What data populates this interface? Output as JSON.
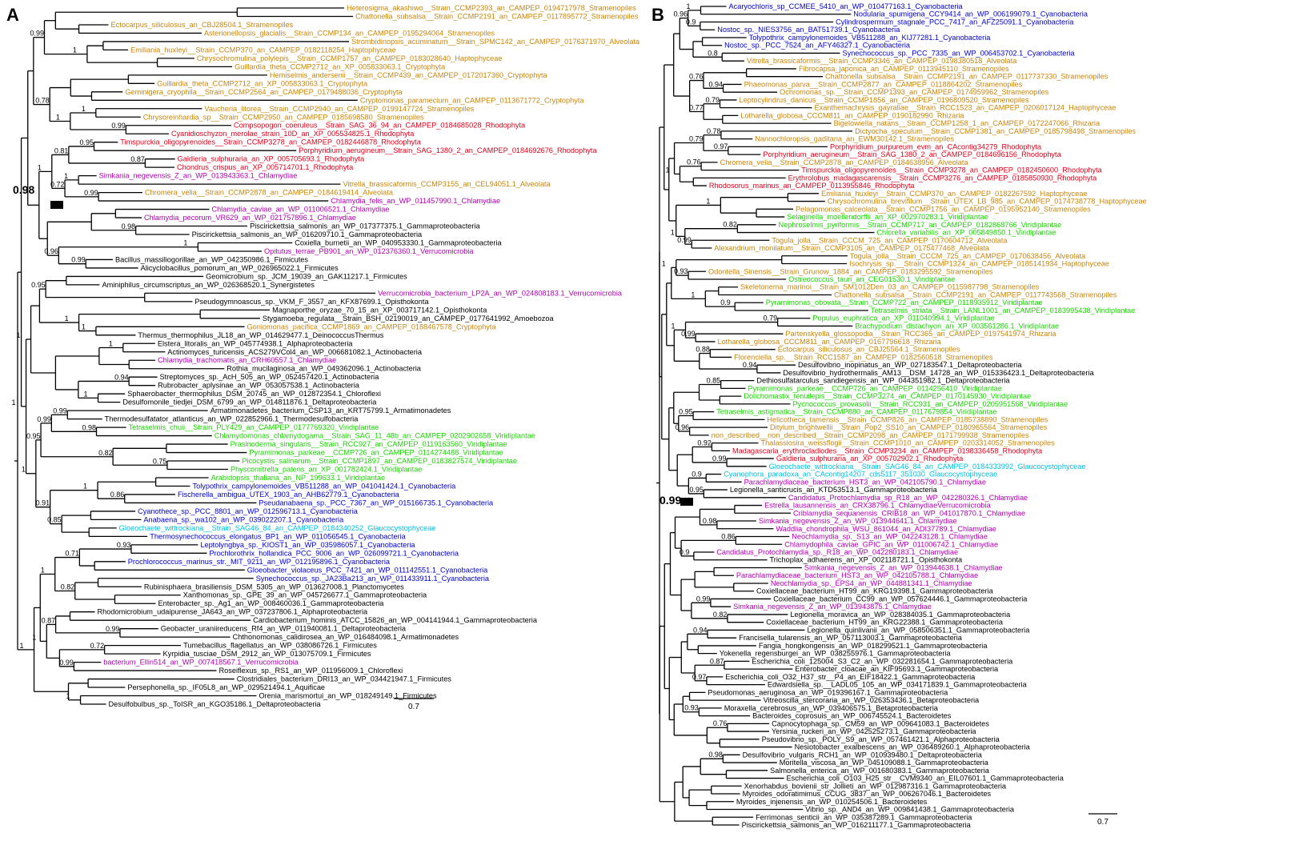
{
  "figure": {
    "colors": {
      "Stramenopiles": "#c8860a",
      "Haptophyceae": "#c8860a",
      "Alveolata": "#c8860a",
      "Cryptophyta": "#c8860a",
      "Rhizaria": "#c8860a",
      "Rhodophyta": "#e0001a",
      "Chlamydiae": "#b000b0",
      "Verrucomicrobia": "#b000b0",
      "Viridiplantae": "#19d400",
      "Cyanobacteria": "#0000c8",
      "Glaucocystophyceae": "#00c0e0",
      "other": "#000000"
    },
    "panels": [
      {
        "letter": "A",
        "scale_bar": "0.7",
        "highlight_support": "0.98",
        "taxa": [
          "Heterosigma_akashiwo__Strain_CCMP2393_an_CAMPEP_0194717978_Stramenopiles",
          "Chattonella_subsalsa__Strain_CCMP2191_an_CAMPEP_0117895772_Stramenopiles",
          "Ectocarpus_siliculosus_an_CBJ28504.1_Stramenopiles",
          "Asterionellopsis_glacialis__Strain_CCMP134_an_CAMPEP_0195294064_Stramenopiles",
          "Strombidinopsis_acuminatum__Strain_SPMC142_an_CAMPEP_0176371970_Alveolata",
          "Emiliania_huxleyi__Strain_CCMP370_an_CAMPEP_0182118254_Haptophyceae",
          "Chrysochromulina_polylepis__Strain_CCMP1757_an_CAMPEP_0183028640_Haptophyceae",
          "Guillardia_theta_CCMP2712_an_XP_005833063.1_Cryptophyta",
          "Hemiselmis_andersenii__Strain_CCMP439_an_CAMPEP_0172017360_Cryptophyta",
          "Guillardia_theta_CCMP2712_an_XP_005833063.1_Cryptophyta",
          "Geminigera_cryophila__Strain_CCMP2564_an_CAMPEP_0179488036_Cryptophyta",
          "Cryptomonas_paramecium_an_CAMPEP_0113671772_Cryptophyta",
          "Vaucheria_litorea__Strain_CCMP2940_an_CAMPEP_0199147724_Stramenopiles",
          "Chrysoreinhardia_sp__Strain_CCMP2950_an_CAMPEP_0185698580_Stramenopiles",
          "Compsopogon_coeruleus__Strain_SAG_36_94_an_CAMPEP_0184685028_Rhodophyta",
          "Cyanidioschyzon_merolae_strain_10D_an_XP_005534825.1_Rhodophyta",
          "Timspurckia_oligopyrenoides__Strain_CCMP3278_an_CAMPEP_0182446878_Rhodophyta",
          "Porphyridium_aerugineum__Strain_SAG_1380_2_an_CAMPEP_0184692676_Rhodophyta",
          "Galdieria_sulphuraria_an_XP_005705693.1_Rhodophyta",
          "Chondrus_crispus_an_XP_005714701.1_Rhodophyta",
          "Simkania_negevensis_Z_an_WP_013943363.1_Chlamydiae",
          "Vitrella_brassicaformis_CCMP3155_an_CEL94051.1_Alveolata",
          "Chromera_velia__Strain_CCMP2878_an_CAMPEP_0184619414_Alveolata",
          "Chlamydia_felis_an_WP_011457990.1_Chlamydiae",
          "Chlamydia_caviae_an_WP_011006521.1_Chlamydiae",
          "Chlamydia_pecorum_VR629_an_WP_021757896.1_Chlamydiae",
          "Piscirickettsia_salmonis_an_WP_017377375.1_Gammaproteobacteria",
          "Piscirickettsia_salmonis_an_WP_016209710.1_Gammaproteobacteria",
          "Coxiella_burnetii_an_WP_040953330.1_Gammaproteobacteria",
          "Opitutus_terrae_PB901_an_WP_012376360.1_Verrucomicrobia",
          "Bacillus_massiliogorillae_an_WP_042350986.1_Firmicutes",
          "Alicyclobacillus_pomorum_an_WP_026965022.1_Firmicutes",
          "Geomicrobium_sp._JCM_19039_an_GAK11217.1_Firmicutes",
          "Aminiphilus_circumscriptus_an_WP_026368520.1_Synergistetes",
          "Verrucomicrobia_bacterium_LP2A_an_WP_024808183.1_Verrucomicrobia",
          "Pseudogymnoascus_sp._VKM_F_3557_an_KFX87699.1_Opisthokonta",
          "Magnaporthe_oryzae_70_15_an_XP_003717142.1_Opisthokonta",
          "Stygamoeba_regulata__Strain_BSH_02190019_an_CAMPEP_0177641992_Amoebozoa",
          "Goniomonas_pacifica_CCMP1869_an_CAMPEP_0188467578_Cryptophyta",
          "Thermus_thermophilus_JL18_an_WP_014629477.1_DeinococcusThermus",
          "Elstera_litoralis_an_WP_045774938.1_Alphaproteobacteria",
          "Actinomyces_turicensis_ACS279VCol4_an_WP_006681082.1_Actinobacteria",
          "Chlamydia_trachomatis_an_CRH60557.1_Chlamydiae",
          "Rothia_mucilaginosa_an_WP_049362096.1_Actinobacteria",
          "Streptomyces_sp._AcH_505_an_WP_052457420.1_Actinobacteria",
          "Rubrobacter_aplysinae_an_WP_053057538.1_Actinobacteria",
          "Sphaerobacter_thermophilus_DSM_20745_an_WP_012872354.1_Chloroflexi",
          "Desulfomonile_tiedjei_DSM_6799_an_WP_014811876.1_Deltaproteobacteria",
          "Armatimonadetes_bacterium_CSP13_an_KRT75799.1_Armatimonadetes",
          "Thermodesulfatator_atlanticus_an_WP_022852966.1_Thermodesulfobacteria",
          "Tetraselmis_chuii__Strain_PLY429_an_CAMPEP_0177769320_Viridiplantae",
          "Chlamydomonas_chlamydogama__Strain_SAG_11_48b_an_CAMPEP_0202902658_Viridiplantae",
          "Prasinoderma_singularis__Strain_RCC927_an_CAMPEP_0119163560_Viridiplantae",
          "Pyramimonas_parkeae__CCMP726_an_CAMPEP_0114274488_Viridiplantae",
          "Picocystis_salinarum__Strain_CCMP1897_an_CAMPEP_0183827574_Viridiplantae",
          "Physcomitrella_patens_an_XP_001782424.1_Viridiplantae",
          "Arabidopsis_thaliana_an_NP_199633.1_Viridiplantae",
          "Tolypothrix_campylonemoides_VB511288_an_WP_041041424.1_Cyanobacteria",
          "Fischerella_ambigua_UTEX_1903_an_AHB62779.1_Cyanobacteria",
          "Pseudanabaena_sp._PCC_7367_an_WP_015166735.1_Cyanobacteria",
          "Cyanothece_sp._PCC_8801_an_WP_012596713.1_Cyanobacteria",
          "Anabaena_sp._wa102_an_WP_039022207.1_Cyanobacteria",
          "Gloeochaete_wittrockiana__Strain_SAG46_84_an_CAMPEP_0184340252_Glaucocystophyceae",
          "Thermosynechococcus_elongatus_BP1_an_WP_011056545.1_Cyanobacteria",
          "Leptolyngbya_sp._KIOST1_an_WP_035986057.1_Cyanobacteria",
          "Prochlorothrix_hollandica_PCC_9006_an_WP_026099721.1_Cyanobacteria",
          "Prochlorococcus_marinus_str._MIT_9211_an_WP_012195896.1_Cyanobacteria",
          "Gloeobacter_violaceus_PCC_7421_an_WP_011142551.1_Cyanobacteria",
          "Synechococcus_sp._JA23Ba213_an_WP_011433911.1_Cyanobacteria",
          "Rubinisphaera_brasiliensis_DSM_5305_an_WP_013627008.1_Planctomycetes",
          "Xanthomonas_sp._GPE_39_an_WP_045726677.1_Gammaproteobacteria",
          "Enterobacter_sp._Ag1_an_WP_008460036.1_Gammaproteobacteria",
          "Rhodomicrobium_udaipurense_JA643_an_WP_037237806.1_Alphaproteobacteria",
          "Cardiobacterium_hominis_ATCC_15826_an_WP_004141944.1_Gammaproteobacteria",
          "Geobacter_uraniireducens_Rf4_an_WP_011940081.1_Deltaproteobacteria",
          "Chthonomonas_calidirosea_an_WP_016484098.1_Armatimonadetes",
          "Tumebacillus_flagellatus_an_WP_038086726.1_Firmicutes",
          "Kyrpidia_tusciae_DSM_2912_an_WP_013075709.1_Firmicutes",
          "bacterium_Ellin514_an_WP_007418567.1_Verrucomicrobia",
          "Roseiflexus_sp._RS1_an_WP_011956009.1_Chloroflexi",
          "Clostridiales_bacterium_DRI13_an_WP_034421947.1_Firmicutes",
          "Persephonella_sp._IF05L8_an_WP_029521494.1_Aquificae",
          "Orenia_marismortui_an_WP_018249149.1_Firmicutes",
          "Desulfobulbus_sp._ToISR_an_KGO35186.1_Deltaproteobacteria"
        ],
        "support_values": [
          "1",
          "0.99",
          "0.95",
          "0.87",
          "1",
          "0.99",
          "0.98",
          "1",
          "0.99",
          "1",
          "1",
          "0.94",
          "1",
          "0.99",
          "0.98",
          "0.75",
          "0.86",
          "0.93",
          "0.99",
          "0.72",
          "0.99",
          "1",
          "1",
          "1",
          "0.81",
          "0.72",
          "0.96",
          "0.95",
          "1",
          "0.99",
          "0.82",
          "1",
          "0.85",
          "0.71",
          "0.82",
          "0.87",
          "0.99",
          "0.78",
          "1",
          "0.95",
          "0.91",
          "1",
          "1",
          "1",
          "1",
          "1",
          "1"
        ]
      },
      {
        "letter": "B",
        "scale_bar": "0.7",
        "highlight_support": "0.99",
        "taxa": [
          "Acaryochloris_sp_CCMEE_5410_an_WP_010477163.1_Cyanobacteria",
          "Nodularia_spumigena_CCY9414_an_WP_006199079.1_Cyanobacteria",
          "Cylindrospermum_stagnale_PCC_7417_an_AFZ25091.1_Cyanobacteria",
          "Nostoc_sp._NIES3756_an_BAT51739.1_Cyanobacteria",
          "Tolypothrix_campylonemoides_VB511288_an_KIJ77281.1_Cyanobacteria",
          "Nostoc_sp._PCC_7524_an_AFY46327.1_Cyanobacteria",
          "Synechococcus_sp._PCC_7335_an_WP_006453702.1_Cyanobacteria",
          "Vitrella_brassicaformis__Strain_CCMP3346_an_CAMPEP_0198380518_Alveolata",
          "Fibrocapsa_japonica_an_CAMPEP_0113945110_Stramenopiles",
          "Chattonella_subsalsa__Strain_CCMP2191_an_CAMPEP_0117737330_Stramenopiles",
          "Phaeomonas_parva__Strain_CCMP2877_an_CAMPEP_0118864202_Stramenopiles",
          "Ochromonas_sp.__Strain_CCMP1393_an_CAMPEP_0174959962_Stramenopiles",
          "Leptocylindrus_danicus__Strain_CCMP1856_an_CAMPEP_0196809520_Stramenopiles",
          "Exanthemachrysis_gayraliae__Strain_RCC1523_an_CAMPEP_0206017124_Haptophyceae",
          "Lotharella_globosa_CCCM811_an_CAMPEP_0190182990_Rhizaria",
          "Bigelowiella_natans__Strain_CCMP1258_1_an_CAMPEP_0172247066_Rhizaria",
          "Dictyocha_speculum__Strain_CCMP1381_an_CAMPEP_0185798498_Stramenopiles",
          "Nannochloropsis_gaditana_an_EWM30142.1_Stramenopiles",
          "Porphyridium_purpureum_evm_an_CAcontig34279_Rhodophyta",
          "Porphyridium_aerugineum__Strain_SAG_1380_2_an_CAMPEP_0184696156_Rhodophyta",
          "Chromera_velia__Strain_CCMP2878_an_CAMPEP_0184638956_Alveolata",
          "Timspurckia_oligopyrenoides__Strain_CCMP3278_an_CAMPEP_0182450600_Rhodophyta",
          "Erythrolobus_madagascarensis__Strain_CCMP3276_an_CAMPEP_0185850930_Rhodophyta",
          "Rhodosorus_marinus_an_CAMPEP_0113955846_Rhodophyta",
          "Emiliania_huxleyi__Strain_CCMP370_an_CAMPEP_0182267592_Haptophyceae",
          "Chrysochromulina_brevifilum__Strain_UTEX_LB_985_an_CAMPEP_0174738778_Haptophyceae",
          "Pelagomonas_calceolata__Strain_CCMP1756_an_CAMPEP_0195952140_Stramenopiles",
          "Selaginella_moellendorffii_an_XP_002970283.1_Viridiplantae",
          "Nephroselmis_pyriformis__Strain_CCMP717_an_CAMPEP_0182868766_Viridiplantae",
          "Chlorella_variabilis_an_XP_005849850.1_Viridiplantae",
          "Togula_jolla__Strain_CCCM_725_an_CAMPEP_0170604712_Alveolata",
          "Alexandrium_monilatum__Strain_CCMP3105_an_CAMPEP_0175477468_Alveolata",
          "Togula_jolla__Strain_CCCM_725_an_CAMPEP_0170638456_Alveolata",
          "Isochrysis_sp.__Strain_CCMP1324_an_CAMPEP_0185141934_Haptophyceae",
          "Odontella_Sinensis__Strain_Grunow_1884_an_CAMPEP_0183295592_Stramenopiles",
          "Ostreococcus_tauri_an_CEG01530.1_Viridiplantae",
          "Skeletonema_marinoi__Strain_SM1012Den_03_an_CAMPEP_0115987798_Stramenopiles",
          "Chattonella_subsalsa__Strain_CCMP2191_an_CAMPEP_0117743568_Stramenopiles",
          "Pyramimonas_obovata__Strain_CCMP722_an_CAMPEP_0118935912_Viridiplantae",
          "Tetraselmis_striata__Strain_LANL1001_an_CAMPEP_0183995438_Viridiplantae",
          "Populus_euphratica_an_XP_011040994.1_Viridiplantae",
          "Brachypodium_distachyon_an_XP_003561286.1_Viridiplantae",
          "Partenskyella_glossopodia__Strain_RCC365_an_CAMPEP_0197541974_Rhizaria",
          "Lotharella_globosa_CCCM811_an_CAMPEP_0167796618_Rhizaria",
          "Ectocarpus_siliculosus_an_CBJ25564.1_Stramenopiles",
          "Florenciella_sp.__Strain_RCC1587_an_CAMPEP_0182560518_Stramenopiles",
          "Desulfovibrio_inopinatus_an_WP_027183547.1_Deltaproteobacteria",
          "Desulfovibrio_hydrothermalis_AM13__DSM_14728_an_WP_015336423.1_Deltaproteobacteria",
          "Dethiosulfatarculus_sandiegensis_an_WP_044351982.1_Deltaproteobacteria",
          "Pyramimonas_parkeae__CCMP726_an_CAMPEP_0114256410_Viridiplantae",
          "Dolichomastix_tenuilepis__Strain_CCMP3274_an_CAMPEP_0170145930_Viridiplantae",
          "Pycnococcus_provasolii__Strain_RCC931_an_CAMPEP_0205951568_Viridiplantae",
          "Tetraselmis_astigmatica__Strain_CCMP880_an_CAMPEP_0117679854_Viridiplantae",
          "Helicotheca_tamensis__Strain_CCMP826_an_CAMPEP_0185738890_Stramenopiles",
          "Ditylum_brightwellii__Strain_Pop2_SS10_an_CAMPEP_0180965564_Stramenopiles",
          "non_described__non_described__Strain_CCMP2098_an_CAMPEP_0171799938_Stramenopiles",
          "Thalassiosira_weissflogii__Strain_CCMP1010_an_CAMPEP_0203314052_Stramenopiles",
          "Madagascaria_erythrocladiodes__Strain_CCMP3234_an_CAMPEP_0198336458_Rhodophyta",
          "Galdieria_sulphuraria_an_XP_005702902.1_Rhodophyta",
          "Gloeochaete_wittrockiana__Strain_SAG46_84_an_CAMPEP_0184333992_Glaucocystophyceae",
          "Cyanophora_paradoxa_an_CAcontig14207_cds5117_351030_Glaucocystophyceae",
          "Parachlamydiaceae_bacterium_HST3_an_WP_042105790.1_Chlamydiae",
          "Legionella_santicrucis_an_KTD53513.1_Gammaproteobacteria",
          "Candidatus_Protochlamydia_sp_R18_an_WP_042280326.1_Chlamydiae",
          "Estrella_lausannensis_an_CRX38796.1_ChlamydiaeVerrucomicrobia",
          "Criblamydia_sequanensis_CRIB18_an_WP_041017870.1_Chlamydiae",
          "Simkania_negevensis_Z_an_WP_013944641.1_Chlamydiae",
          "Waddlia_chondrophila_WSU_861044_an_ADI37789.1_Chlamydiae",
          "Neochlamydia_sp._S13_an_WP_042243128.1_Chlamydiae",
          "Chlamydophila_caviae_GPIC_an_WP_011006742.1_Chlamydiae",
          "Candidatus_Protochlamydia_sp._R18_an_WP_042280183.1_Chlamydiae",
          "Trichoplax_adhaerens_an_XP_002118721.1_Opisthokonta",
          "Simkania_negevensis_Z_an_WP_013944638.1_Chlamydiae",
          "Parachlamydiaceae_bacterium_HST3_an_WP_042105788.1_Chlamydiae",
          "Neochlamydia_sp._EPS4_an_WP_044881341.1_Chlamydiae",
          "Coxiellaceae_bacterium_HT99_an_KRG19398.1_Gammaproteobacteria",
          "Coxiellaceae_bacterium_CC99_an_WP_057624446.1_Gammaproteobacteria",
          "Simkania_negevensis_Z_an_WP_013943875.1_Chlamydiae",
          "Legionella_moravica_an_WP_028384035.1_Gammaproteobacteria",
          "Coxiellaceae_bacterium_HT99_an_KRG22388.1_Gammaproteobacteria",
          "Legionella_quinlivanii_an_WP_058506351.1_Gammaproteobacteria",
          "Francisella_tularensis_an_WP_057113003.1_Gammaproteobacteria",
          "Fangia_hongkongensis_an_WP_018299521.1_Gammaproteobacteria",
          "Yokenella_regensburgei_an_WP_038255976.1_Gammaproteobacteria",
          "Escherichia_coli_125004_S3_C2_an_WP_032281654.1_Gammaproteobacteria",
          "Enterobacter_cloacae_an_KIF95693.1_Gammaproteobacteria",
          "Escherichia_coli_O32_H37_str__P4_an_EIF18422.1_Gammaproteobacteria",
          "Edwardsiella_sp.__LADL05_105_an_WP_034171839.1_Gammaproteobacteria",
          "Pseudomonas_aeruginosa_an_WP_019396167.1_Gammaproteobacteria",
          "Vitreoscilla_stercoraria_an_WP_026353436.1_Betaproteobacteria",
          "Moraxella_cerebrosus_an_WP_039406575.1_Betaproteobacteria",
          "Bacteroides_coprosuis_an_WP_006745524.1_Bacteroidetes",
          "Capnocytophaga_sp._CM59_an_WP_009641083.1_Bacteroidetes",
          "Yersinia_ruckeri_an_WP_042525273.1_Gammaproteobacteria",
          "Pseudovibrio_sp._POLY_S9_an_WP_057461421.1_Alphaproteobacteria",
          "Nesiotobacter_exalbescens_an_WP_036489260.1_Alphaproteobacteria",
          "Desulfovibrio_vulgaris_RCH1_an_WP_010939480.1_Deltaproteobacteria",
          "Moritella_viscosa_an_WP_045109088.1_Gammaproteobacteria",
          "Salmonella_enterica_an_WP_001680383.1_Gammaproteobacteria",
          "Escherichia_coli_O103_H25_str__CVM9340_an_EIL07601.1_Gammaproteobacteria",
          "Xenorhabdus_bovienii_str_Jollieti_an_WP_012987316.1_Gammaproteobacteria",
          "Myroides_odoratimimus_CCUG_3837_an_WP_006267046.1_Bacteroidetes",
          "Myroides_injenensis_an_WP_010254506.1_Bacteroidetes",
          "Vibrio_sp._AND4_an_WP_009841438.1_Gammaproteobacteria",
          "Ferrimonas_senticii_an_WP_035387289.1_Gammaproteobacteria",
          "Piscirickettsia_salmonis_an_WP_016211177.1_Gammaproteobacteria"
        ],
        "support_values": [
          "1",
          "0.9",
          "0.8",
          "0.94",
          "0.79",
          "0.78",
          "0.97",
          "0.76",
          "0.82",
          "0.99",
          "0.93",
          "0.9",
          "0.79",
          "0.99",
          "0.88",
          "0.94",
          "0.85",
          "0.95",
          "0.96",
          "0.92",
          "0.99",
          "0.9",
          "0.95",
          "0.98",
          "0.86",
          "0.9",
          "0.99",
          "0.82",
          "0.94",
          "0.87",
          "0.97",
          "0.93",
          "0.76",
          "0.98",
          "0.96",
          "0.76",
          "0.77",
          "0.79",
          "1",
          "1",
          "1",
          "1",
          "1",
          "1"
        ]
      }
    ]
  }
}
